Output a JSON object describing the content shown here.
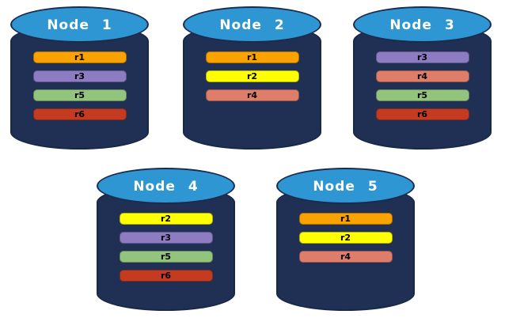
{
  "colors": {
    "cylinder_body": "#1F3054",
    "cylinder_body_edge": "#182945",
    "cylinder_top": "#2E96D2",
    "cylinder_top_edge": "#1B2B4C",
    "title_text": "#FFFFFF",
    "replica_text": "#000000",
    "replica_fill": {
      "r1": "#F9A200",
      "r2": "#FFFF00",
      "r3": "#8E7CC3",
      "r4": "#DE7E6A",
      "r5": "#93C47D",
      "r6": "#C53B22"
    }
  },
  "nodes": [
    {
      "label": "Node 1",
      "replicas": [
        "r1",
        "r3",
        "r5",
        "r6"
      ]
    },
    {
      "label": "Node 2",
      "replicas": [
        "r1",
        "r2",
        "r4"
      ]
    },
    {
      "label": "Node 3",
      "replicas": [
        "r3",
        "r4",
        "r5",
        "r6"
      ]
    },
    {
      "label": "Node 4",
      "replicas": [
        "r2",
        "r3",
        "r5",
        "r6"
      ]
    },
    {
      "label": "Node 5",
      "replicas": [
        "r1",
        "r2",
        "r4"
      ]
    }
  ]
}
